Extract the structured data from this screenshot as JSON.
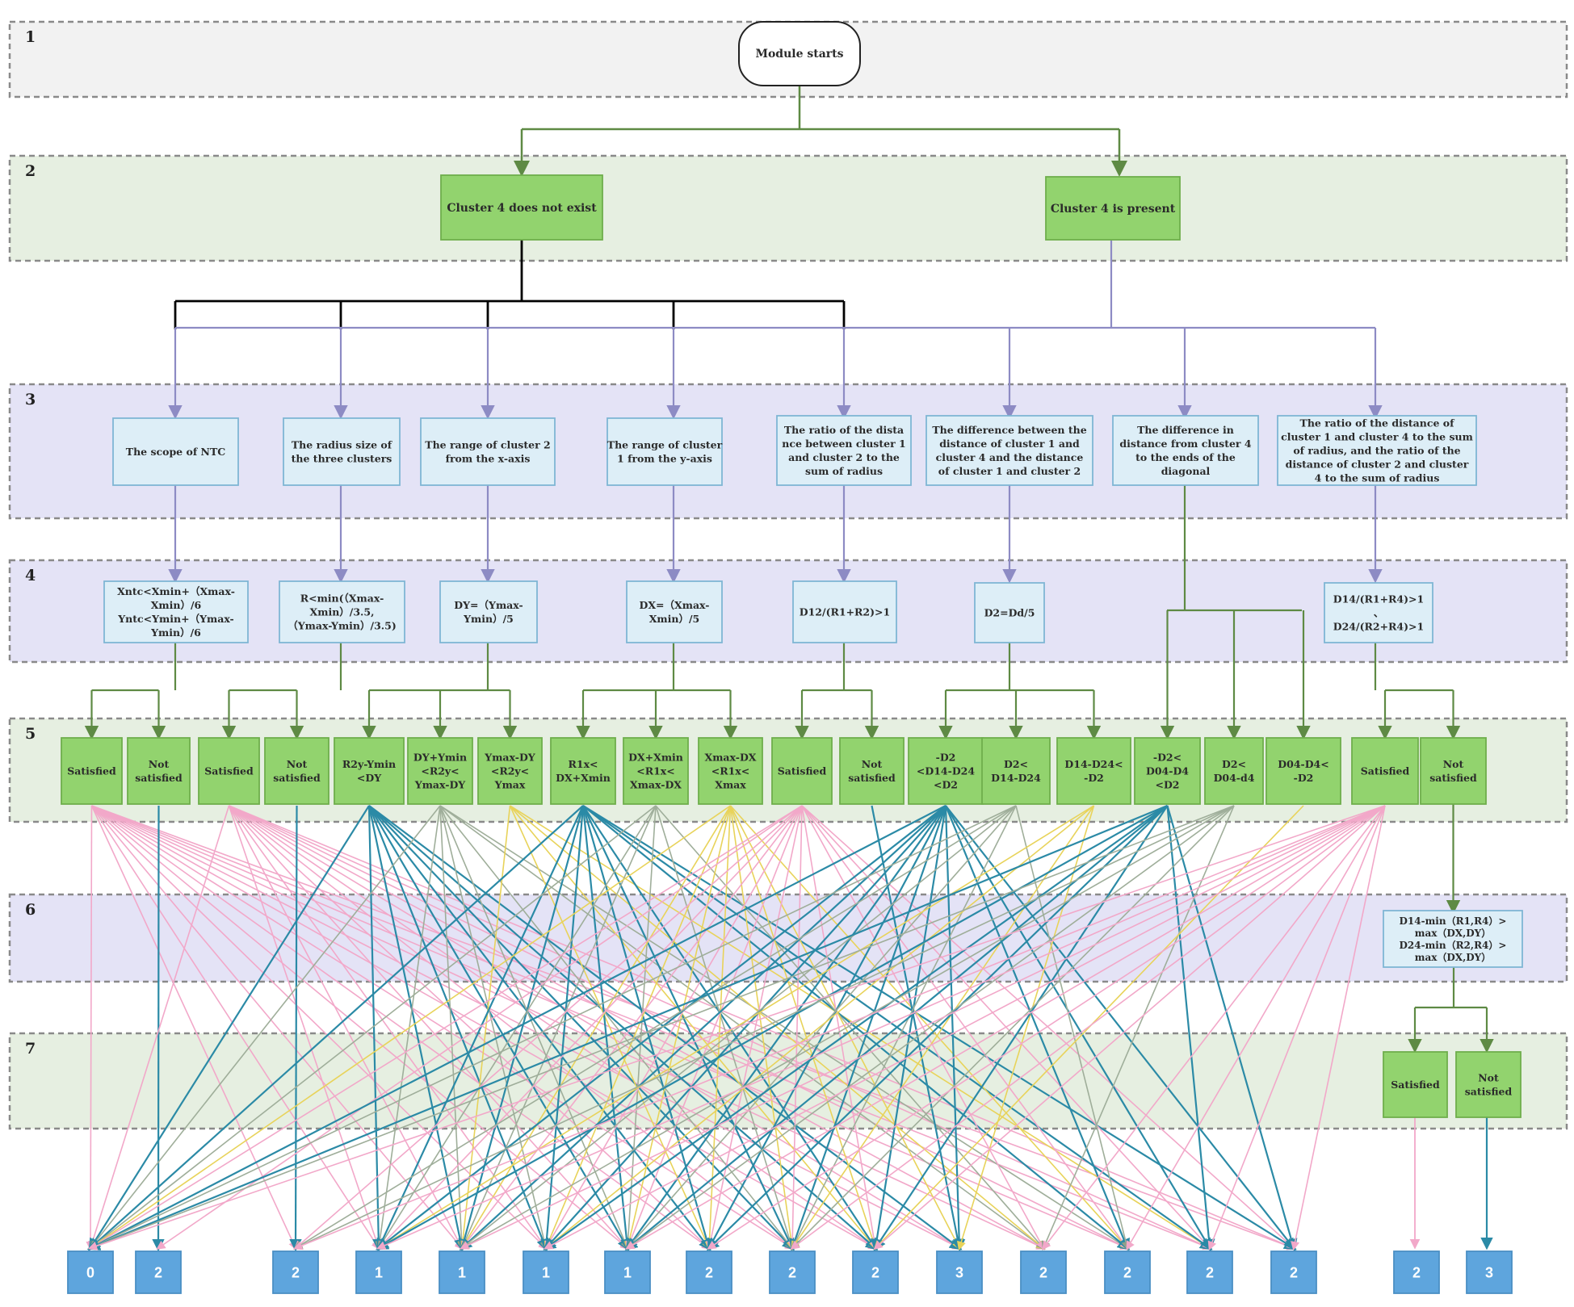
{
  "bands": [
    {
      "num": "1",
      "color": "#f2f2f2"
    },
    {
      "num": "2",
      "color": "#e6efe1"
    },
    {
      "num": "3",
      "color": "#e4e3f6"
    },
    {
      "num": "4",
      "color": "#e4e3f6"
    },
    {
      "num": "5",
      "color": "#e6efe1"
    },
    {
      "num": "6",
      "color": "#e4e3f6"
    },
    {
      "num": "7",
      "color": "#e6efe1"
    }
  ],
  "start": {
    "label": [
      "Module starts"
    ]
  },
  "branches": [
    {
      "label": [
        "Cluster 4 does not exist"
      ]
    },
    {
      "label": [
        "Cluster 4 is present"
      ]
    }
  ],
  "features": [
    {
      "label": [
        "The scope of NTC"
      ]
    },
    {
      "label": [
        "The radius size of",
        "the three clusters"
      ]
    },
    {
      "label": [
        "The range of cluster 2",
        "from the x-axis"
      ]
    },
    {
      "label": [
        "The range of cluster",
        "1 from the y-axis"
      ]
    },
    {
      "label": [
        "The ratio of the dista",
        "nce between cluster 1",
        "and cluster 2 to the",
        "sum of radius"
      ]
    },
    {
      "label": [
        "The difference between the",
        "distance of cluster 1 and",
        "cluster 4 and the distance",
        "of cluster 1 and cluster 2"
      ]
    },
    {
      "label": [
        "The difference in",
        "distance from cluster 4",
        "to the ends of the",
        "diagonal"
      ]
    },
    {
      "label": [
        "The ratio of the distance of",
        "cluster 1 and cluster 4 to the sum",
        "of radius, and the ratio of the",
        "distance of cluster 2 and cluster",
        "4 to the sum of radius"
      ]
    }
  ],
  "formulas": [
    {
      "label": [
        "Xntc<Xmin+（Xmax-",
        "Xmin）/6",
        "Yntc<Ymin+（Ymax-",
        "Ymin）/6"
      ]
    },
    {
      "label": [
        "R<min(（Xmax-",
        "Xmin）/3.5,",
        "（Ymax-Ymin）/3.5)"
      ]
    },
    {
      "label": [
        "DY=（Ymax-",
        "Ymin）/5"
      ]
    },
    {
      "label": [
        "DX=（Xmax-",
        "Xmin）/5"
      ]
    },
    {
      "label": [
        "D12/(R1+R2)>1"
      ]
    },
    {
      "label": [
        "D2=Dd/5"
      ]
    },
    {
      "label": [
        "D14/(R1+R4)>1",
        "、",
        "D24/(R2+R4)>1"
      ]
    }
  ],
  "conditions": [
    {
      "label": [
        "Satisfied"
      ]
    },
    {
      "label": [
        "Not",
        "satisfied"
      ]
    },
    {
      "label": [
        "Satisfied"
      ]
    },
    {
      "label": [
        "Not",
        "satisfied"
      ]
    },
    {
      "label": [
        "R2y-Ymin",
        "<DY"
      ]
    },
    {
      "label": [
        "DY+Ymin",
        "<R2y<",
        "Ymax-DY"
      ]
    },
    {
      "label": [
        "Ymax-DY",
        "<R2y<",
        "Ymax"
      ]
    },
    {
      "label": [
        "R1x<",
        "DX+Xmin"
      ]
    },
    {
      "label": [
        "DX+Xmin",
        "<R1x<",
        "Xmax-DX"
      ]
    },
    {
      "label": [
        "Xmax-DX",
        "<R1x<",
        "Xmax"
      ]
    },
    {
      "label": [
        "Satisfied"
      ]
    },
    {
      "label": [
        "Not",
        "satisfied"
      ]
    },
    {
      "label": [
        "-D2",
        "<D14-D24",
        "<D2"
      ]
    },
    {
      "label": [
        "D2<",
        "D14-D24"
      ]
    },
    {
      "label": [
        "D14-D24<",
        "-D2"
      ]
    },
    {
      "label": [
        "-D2<",
        "D04-D4",
        "<D2"
      ]
    },
    {
      "label": [
        "D2<",
        "D04-d4"
      ]
    },
    {
      "label": [
        "D04-D4<",
        "-D2"
      ]
    },
    {
      "label": [
        "Satisfied"
      ]
    },
    {
      "label": [
        "Not",
        "satisfied"
      ]
    }
  ],
  "row6_formula": {
    "label": [
      "D14-min（R1,R4）>",
      "max（DX,DY）",
      "D24-min（R2,R4）>",
      "max（DX,DY）"
    ]
  },
  "row7": [
    {
      "label": [
        "Satisfied"
      ]
    },
    {
      "label": [
        "Not",
        "satisfied"
      ]
    }
  ],
  "outputs": [
    "0",
    "2",
    "2",
    "1",
    "1",
    "1",
    "1",
    "2",
    "2",
    "2",
    "3",
    "2",
    "2",
    "2",
    "2",
    "2",
    "3"
  ],
  "colors": {
    "green_box": "#92d36e",
    "green_border": "#6fae4c",
    "blue_box": "#ddeef7",
    "blue_border": "#7fb6d4",
    "output_box": "#5ea5dd",
    "tree_green": "#5e8a44",
    "tree_black": "#000000",
    "tree_purple": "#8d8bc4",
    "edge_pink": "#f2a8c9",
    "edge_teal": "#2b8aa6",
    "edge_gray": "#9fae9a",
    "edge_yellow": "#e8d35a"
  }
}
